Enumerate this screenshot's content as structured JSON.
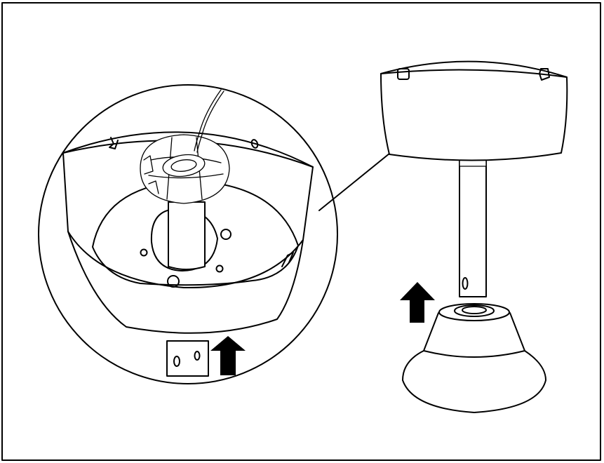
{
  "figure": {
    "description_label": "",
    "colors": {
      "stroke": "#000000",
      "background": "#ffffff"
    },
    "arrows": [
      {
        "name": "upward-arrow",
        "direction": "up"
      },
      {
        "name": "upward-arrow",
        "direction": "up"
      }
    ]
  }
}
